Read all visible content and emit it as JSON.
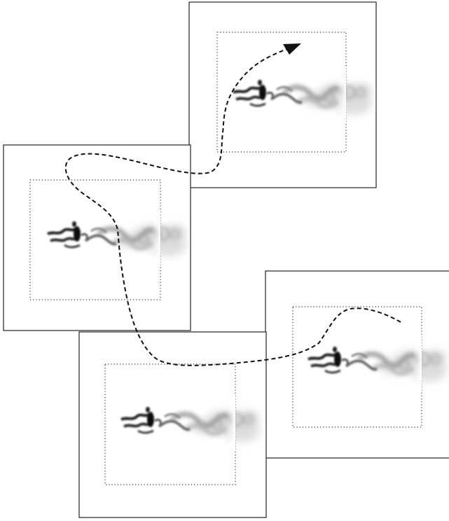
{
  "diagram": {
    "panels": [
      {
        "id": "panel-1"
      },
      {
        "id": "panel-2"
      },
      {
        "id": "panel-3"
      },
      {
        "id": "panel-4"
      }
    ],
    "colors": {
      "background": "#ffffff",
      "frame": "#222222",
      "window": "#333333",
      "trajectory": "#111111",
      "plume_dark": "#1a1a1a",
      "plume_light": "#c8c8c8"
    }
  }
}
